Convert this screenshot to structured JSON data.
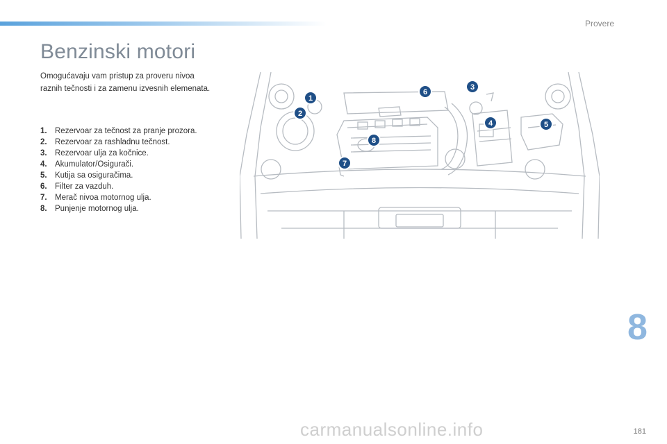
{
  "header": {
    "section": "Provere"
  },
  "page": {
    "title": "Benzinski motori",
    "intro": "Omogućavaju vam pristup za proveru nivoa raznih tečnosti i za zamenu izvesnih elemenata.",
    "legend": [
      {
        "num": "1.",
        "text": "Rezervoar za tečnost za pranje prozora."
      },
      {
        "num": "2.",
        "text": "Rezervoar za rashladnu tečnost."
      },
      {
        "num": "3.",
        "text": "Rezervoar ulja za kočnice."
      },
      {
        "num": "4.",
        "text": "Akumulator/Osigurači."
      },
      {
        "num": "5.",
        "text": "Kutija sa osiguračima."
      },
      {
        "num": "6.",
        "text": "Filter za vazduh."
      },
      {
        "num": "7.",
        "text": "Merač nivoa motornog ulja."
      },
      {
        "num": "8.",
        "text": "Punjenje motornog ulja."
      }
    ]
  },
  "figure": {
    "markers": [
      "1",
      "2",
      "3",
      "4",
      "5",
      "6",
      "7",
      "8"
    ],
    "marker_color": "#1f4f87",
    "line_color": "#b7bcc2"
  },
  "chapter": "8",
  "page_number": "181",
  "watermark": "carmanualsonline.info"
}
